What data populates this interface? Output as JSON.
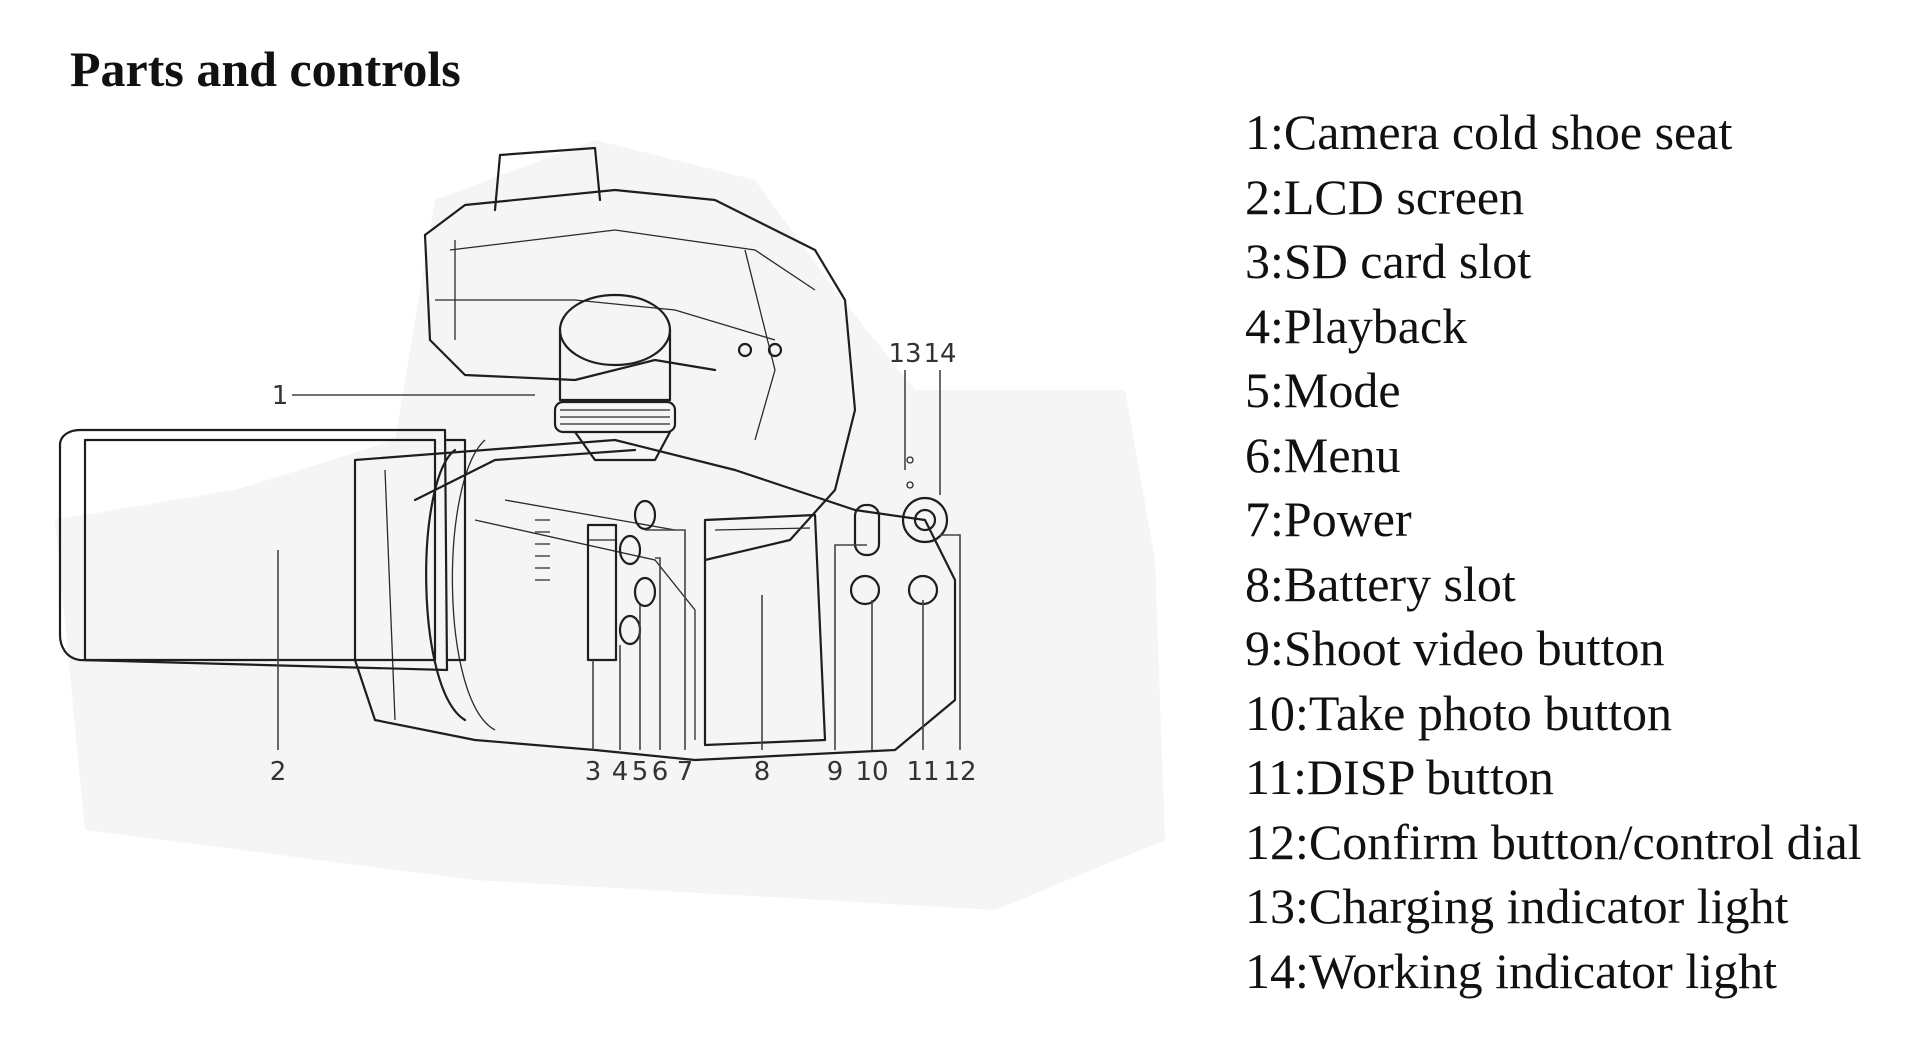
{
  "title": "Parts and controls",
  "legend": [
    {
      "number": "1",
      "text": "1:Camera cold shoe seat"
    },
    {
      "number": "2",
      "text": "2:LCD screen"
    },
    {
      "number": "3",
      "text": "3:SD card slot"
    },
    {
      "number": "4",
      "text": "4:Playback"
    },
    {
      "number": "5",
      "text": "5:Mode"
    },
    {
      "number": "6",
      "text": "6:Menu"
    },
    {
      "number": "7",
      "text": "7:Power"
    },
    {
      "number": "8",
      "text": "8:Battery slot"
    },
    {
      "number": "9",
      "text": "9:Shoot video button"
    },
    {
      "number": "10",
      "text": "10:Take photo button"
    },
    {
      "number": "11",
      "text": "11:DISP button"
    },
    {
      "number": "12",
      "text": "12:Confirm button/control dial"
    },
    {
      "number": "13",
      "text": "13:Charging indicator light"
    },
    {
      "number": "14",
      "text": "14:Working indicator light"
    }
  ],
  "callouts": {
    "c1": "1",
    "c2": "2",
    "c3": "3",
    "c4": "4",
    "c5": "5",
    "c6": "6",
    "c7": "7",
    "c8": "8",
    "c9": "9",
    "c10": "10",
    "c11": "11",
    "c12": "12",
    "c13": "13",
    "c14": "14"
  }
}
